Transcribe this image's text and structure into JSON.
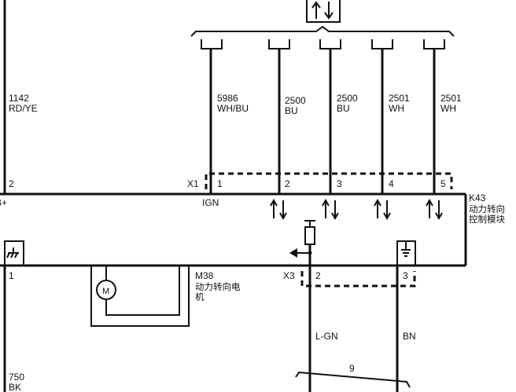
{
  "diagram": {
    "left_wire": {
      "circuit": "1142",
      "color": "RD/YE"
    },
    "left_pin": "2",
    "battery_label": "B+",
    "x1_connector": "X1",
    "ign_label": "IGN",
    "wires": [
      {
        "circuit": "5986",
        "color": "WH/BU",
        "pin": "1"
      },
      {
        "circuit": "2500",
        "color": "BU",
        "pin": "2"
      },
      {
        "circuit": "2500",
        "color": "BU",
        "pin": "3"
      },
      {
        "circuit": "2501",
        "color": "WH",
        "pin": "4"
      },
      {
        "circuit": "2501",
        "color": "WH",
        "pin": "5"
      }
    ],
    "module": {
      "id": "K43",
      "name_line1": "动力转向",
      "name_line2": "控制模块"
    },
    "motor": {
      "id": "M38",
      "name_line1": "动力转向电",
      "name_line2": "机",
      "symbol": "M",
      "pin": "1"
    },
    "ground_wire": {
      "circuit": "750",
      "color": "BK"
    },
    "x3_connector": "X3",
    "x3_pins": [
      "2",
      "3"
    ],
    "lower_wires": [
      {
        "color": "L-GN"
      },
      {
        "color": "BN"
      }
    ],
    "splice_label": "9",
    "icons": [
      "bidirectional-arrow-icon",
      "ground-icon",
      "chassis-ground-icon",
      "motor-icon",
      "resistor-icon"
    ]
  }
}
